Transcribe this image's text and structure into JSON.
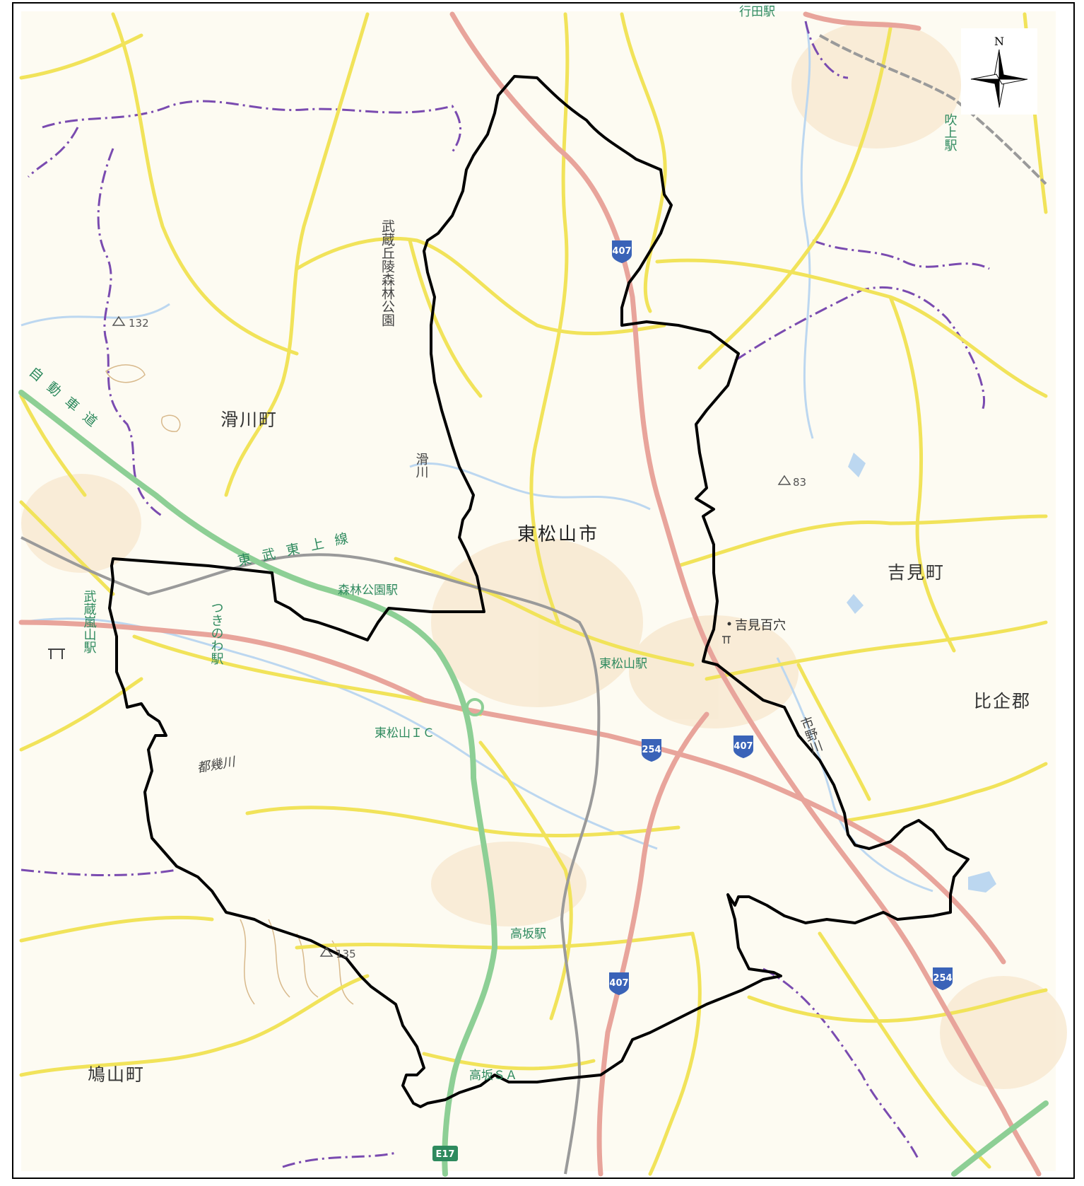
{
  "labels": {
    "city_name": "東松山市",
    "namegawa_town": "滑川町",
    "yoshimi_town": "吉見町",
    "hiki_county": "比企郡",
    "hatoyama_town": "鳩山町",
    "forest_park": "武蔵丘陵森林公園",
    "expressway": "自動車道",
    "tobu_line": "東武東上線",
    "station_shinrin": "森林公園駅",
    "station_tsukinowa": "つきのわ駅",
    "station_ranzan": "武蔵嵐山駅",
    "station_higashimatsuyama": "東松山駅",
    "station_takasaka": "高坂駅",
    "station_fukiage": "吹上駅",
    "station_top": "行田駅",
    "ic_higashimatsuyama": "東松山ＩＣ",
    "sa_takasaka": "高坂ＳＡ",
    "river_namegawa": "滑川",
    "river_toki": "都幾川",
    "river_ichino": "市野川",
    "poi_yoshimi_hyakuana": "吉見百穴",
    "peak_132": "132",
    "peak_83": "83",
    "peak_135": "135",
    "route_407": "407",
    "route_254": "254",
    "route_e17": "E17",
    "compass_north": "N"
  },
  "icons": {
    "compass": "compass-rose-icon",
    "shrine": "shrine-icon",
    "triangulation": "triangulation-point-icon",
    "route_shield": "route-shield-icon"
  },
  "colors": {
    "background": "#fdfbf2",
    "road_major": "#f1e35a",
    "national_road": "#e8a49b",
    "expressway": "#8dcf95",
    "railway": "#9a9a9a",
    "boundary": "#000000",
    "admin_boundary": "#7a4bb0",
    "water": "#bcd7f0",
    "shield": "#3a63b8"
  }
}
